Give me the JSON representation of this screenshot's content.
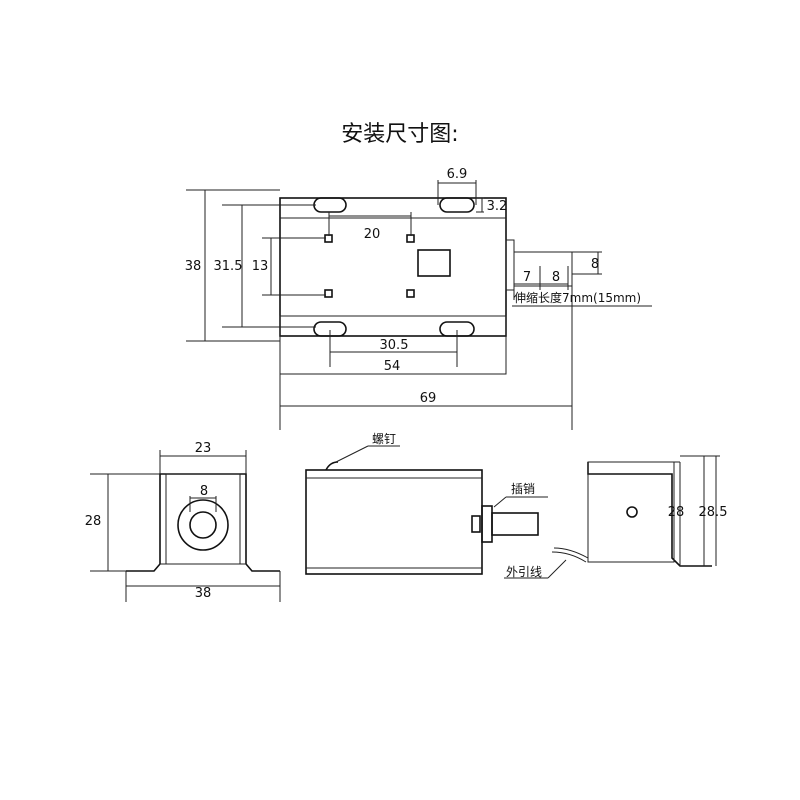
{
  "title": "安装尺寸图:",
  "top_view": {
    "overall_height": "38",
    "mount_span": "31.5",
    "hole_span_v": "13",
    "hole_span_h": "20",
    "slot_width": "6.9",
    "slot_height": "3.2",
    "slot_span": "30.5",
    "body_length": "54",
    "total_length": "69",
    "plunger_dia": "8",
    "plunger_a": "7",
    "plunger_b": "8",
    "stroke_note": "伸缩长度7mm(15mm)"
  },
  "front_view": {
    "width_top": "23",
    "height": "28",
    "bore": "8",
    "base_width": "38"
  },
  "side_view": {
    "screw_label": "螺钉",
    "pin_label": "插销"
  },
  "end_view": {
    "height_inner": "28",
    "height_outer": "28.5",
    "wire_label": "外引线"
  }
}
